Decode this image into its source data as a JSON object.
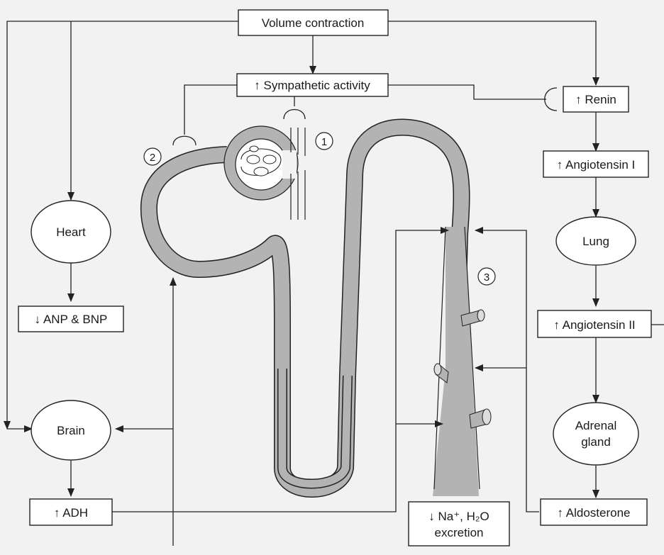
{
  "nodes": {
    "volume_contraction": "Volume contraction",
    "sympathetic": "↑ Sympathetic activity",
    "renin": "↑ Renin",
    "angiotensin_1": "↑ Angiotensin I",
    "lung": "Lung",
    "angiotensin_2": "↑ Angiotensin II",
    "adrenal_line1": "Adrenal",
    "adrenal_line2": "gland",
    "aldosterone": "↑ Aldosterone",
    "heart": "Heart",
    "anp_bnp": "↓ ANP & BNP",
    "brain": "Brain",
    "adh": "↑ ADH",
    "excretion_line1": "↓ Na⁺, H₂O",
    "excretion_line2": "excretion"
  },
  "markers": {
    "site_1": "1",
    "site_2": "2",
    "site_3": "3"
  },
  "colors": {
    "tubule_fill": "#b3b3b3",
    "background": "#f2f2f2",
    "box_fill": "#ffffff",
    "line": "#222222"
  }
}
